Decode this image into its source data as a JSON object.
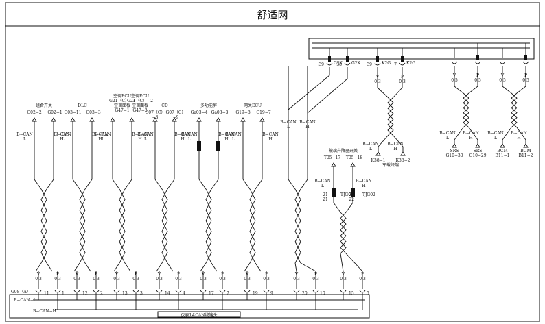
{
  "title": "舒适网",
  "bus": {
    "connector": "G08（A）",
    "label_low": "B−CAN−L",
    "label_high": "B−CAN−H",
    "splice_label": "仪表1#CAN终端头"
  },
  "wire_type": {
    "low": "B−CAN\nL",
    "high": "B−CAN\nH"
  },
  "pin_pairs": [
    {
      "l": "11",
      "r": "1"
    },
    {
      "l": "12",
      "r": "2"
    },
    {
      "l": "13",
      "r": "3"
    },
    {
      "l": "14",
      "r": "4"
    },
    {
      "l": "17",
      "r": "7"
    },
    {
      "l": "19",
      "r": "9"
    },
    {
      "l": "20",
      "r": "10"
    },
    {
      "l": "15",
      "r": "5"
    }
  ],
  "wire_gauge": {
    "l": "V\n0.3",
    "r": "P\n0.3"
  },
  "modules": [
    {
      "name": "组合开关",
      "pin_l": "G02−2",
      "pin_r": "G02−1"
    },
    {
      "name": "DLC",
      "pin_l": "G03−11",
      "pin_r": "G03−3"
    },
    {
      "name": "空调ECU\nG21（C）−3\n空调面板\nG47−1",
      "pin_l": "",
      "pin_r": "",
      "name2": "空调ECU\nG21（C）−2\n空调面板\nG47−2"
    },
    {
      "name": "CD",
      "pin_l": "G07（C）\n−8",
      "pin_r": "G07（C）\n−9"
    },
    {
      "name": "多功能屏",
      "pin_l": "Ga03−4",
      "pin_r": "Ga03−3"
    },
    {
      "name": "网关ECU",
      "pin_l": "G19−8",
      "pin_r": "G19−7"
    }
  ],
  "window_switch": {
    "name": "玻璃升降器开关",
    "pin_l": "T05−17",
    "pin_r": "T05−18",
    "con_l": "21\n21",
    "con_r": "22\n22",
    "con_tag": "TJG02"
  },
  "top_connectors": [
    {
      "num": "39",
      "tag": "G2X"
    },
    {
      "num": "38",
      "tag": "G2X"
    },
    {
      "num": "39",
      "tag": "K2G"
    },
    {
      "num": "7",
      "tag": "K2G"
    }
  ],
  "terminal": {
    "name": "车载终端",
    "pin_l": "K38−1",
    "pin_r": "K38−2"
  },
  "srs": {
    "name_l": "SRS\nG10−30",
    "name_r": "SRS\nG10−29"
  },
  "bcm": {
    "name_l": "BCM\nB11−1",
    "name_r": "BCM\nB11−2"
  },
  "gauge_v05": "V\n0.5",
  "gauge_p05": "P\n0.5",
  "gauge_v03": "V\n0.3",
  "gauge_p03": "P\n0.3"
}
